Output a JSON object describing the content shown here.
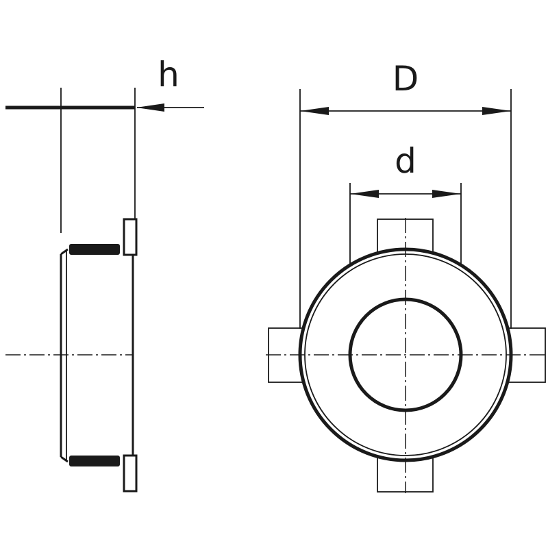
{
  "dimensions": {
    "height_label": "h",
    "outer_diameter_label": "D",
    "inner_diameter_label": "d"
  },
  "colors": {
    "line": "#1a1a1a",
    "background": "#ffffff"
  }
}
